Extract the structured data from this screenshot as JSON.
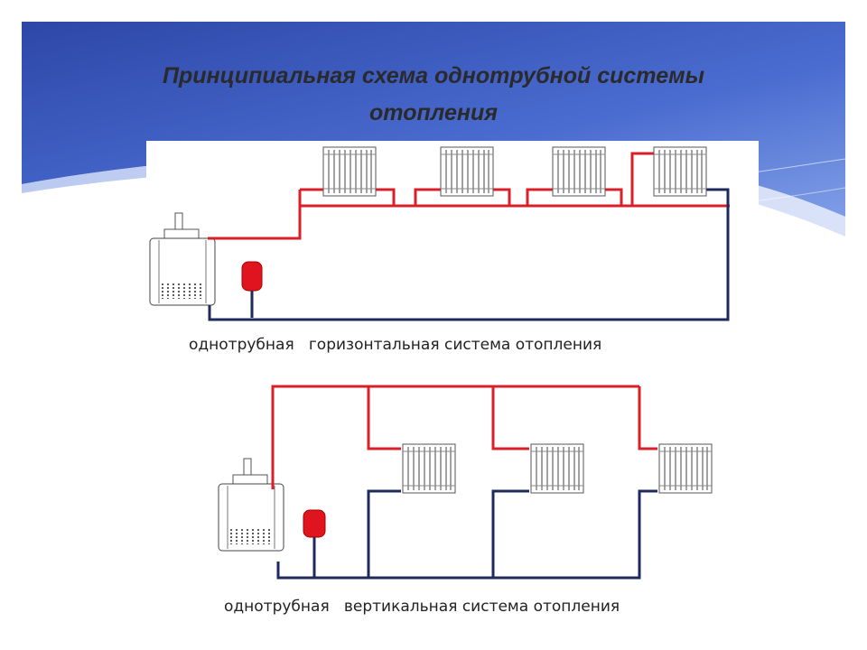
{
  "slide": {
    "title_line1": "Принципиальная схема однотрубной системы",
    "title_line2": "отопления"
  },
  "diagrams": {
    "horizontal_caption": "однотрубная   горизонтальная система отопления",
    "vertical_caption": "однотрубная   вертикальная система отопления"
  },
  "colors": {
    "supply_pipe": "#d9202a",
    "return_pipe": "#1f2a5c",
    "header_blue": "#3b5bbd",
    "expansion_tank": "#e0141e"
  }
}
